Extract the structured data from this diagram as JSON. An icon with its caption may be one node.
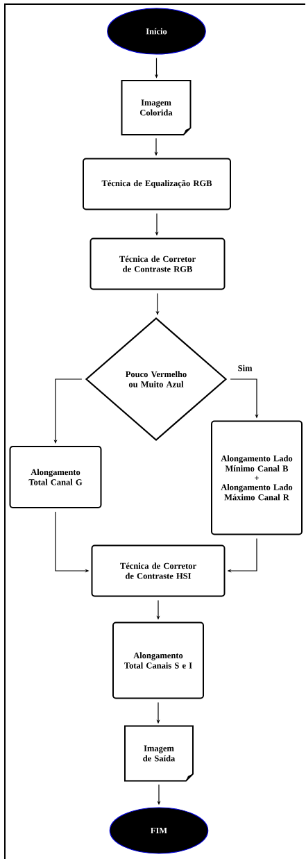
{
  "diagram": {
    "nodes": [
      {
        "text": [
          "Início"
        ]
      },
      {
        "text": [
          "Imagem Colorida"
        ]
      },
      {
        "text": [
          "Técnica de Equalização RGB"
        ]
      },
      {
        "text": [
          "Técnica de Corretor de Contraste RGB"
        ]
      },
      {
        "text": [
          "Pouco Vermelho ou Muito Azul"
        ]
      },
      {
        "text": [
          "Alongamento Total Canal G"
        ]
      },
      {
        "text": [
          "Alongamento Lado Mínimo Canal B",
          "+",
          "Alongamento Lado Máximo Canal R"
        ]
      },
      {
        "text": [
          "Técnica de Corretor de Contraste HSI"
        ]
      },
      {
        "text": [
          "Alongamento Total Canais S e I"
        ]
      },
      {
        "text": [
          "Imagem de Saída"
        ]
      },
      {
        "text": [
          "FIM"
        ]
      }
    ],
    "edges": [
      {
        "from": 0,
        "to": 1,
        "arrow": "to"
      },
      {
        "from": 1,
        "to": 2,
        "arrow": "to"
      },
      {
        "from": 2,
        "to": 3,
        "arrow": "to"
      },
      {
        "from": 3,
        "to": 4,
        "arrow": "to"
      },
      {
        "from": 4,
        "to": 5,
        "arrow": "to"
      },
      {
        "from": 4,
        "to": 6,
        "arrow": "to",
        "label": "Sim"
      },
      {
        "from": 5,
        "to": 7,
        "arrow": "to"
      },
      {
        "from": 6,
        "to": 7,
        "arrow": "to"
      },
      {
        "from": 7,
        "to": 8,
        "arrow": "to"
      },
      {
        "from": 8,
        "to": 9,
        "arrow": "to"
      },
      {
        "from": 9,
        "to": 10,
        "arrow": "to"
      }
    ]
  }
}
